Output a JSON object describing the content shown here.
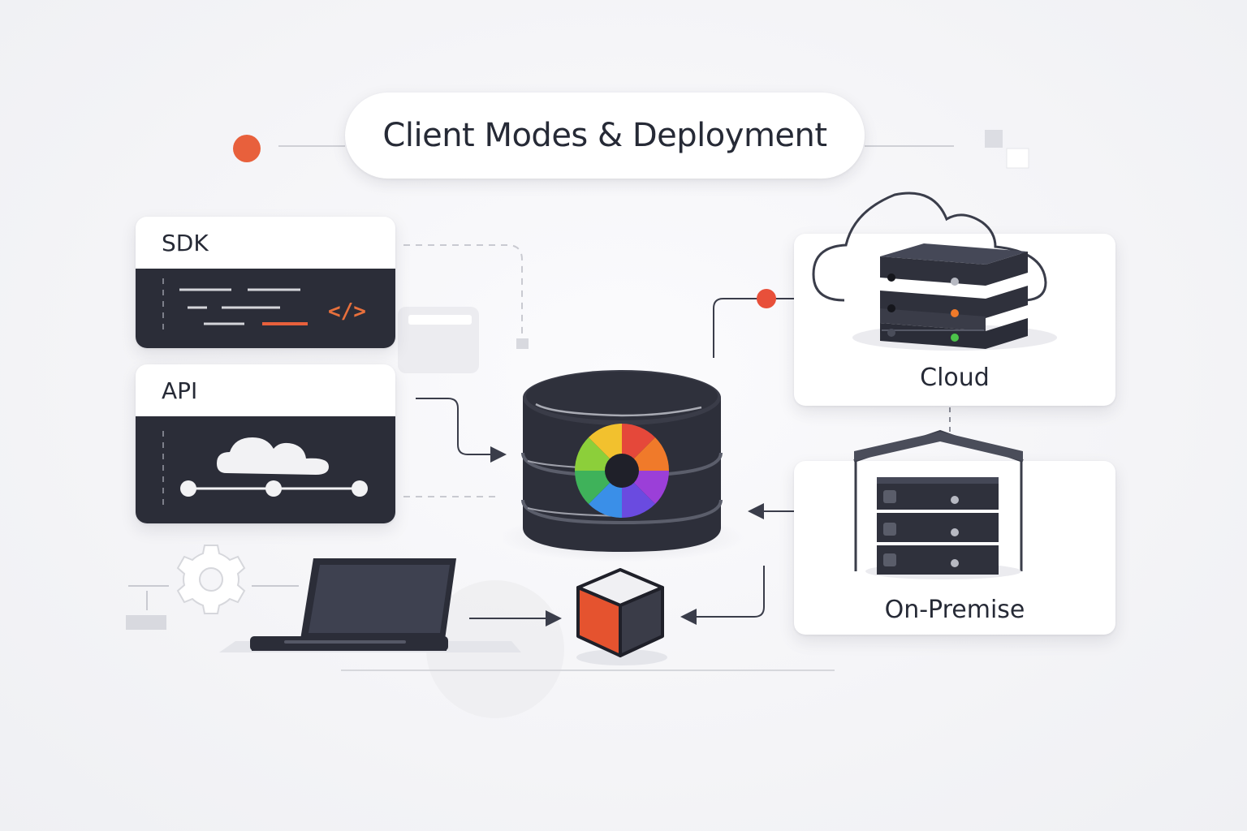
{
  "title": "Client Modes & Deployment",
  "client_modes": [
    {
      "label": "SDK",
      "icon": "code-icon",
      "code_symbol": "</>"
    },
    {
      "label": "API",
      "icon": "cloud-network-icon"
    }
  ],
  "deployment_targets": [
    {
      "label": "Cloud",
      "icon": "cloud-server-icon"
    },
    {
      "label": "On-Premise",
      "icon": "warehouse-server-icon"
    }
  ],
  "central": {
    "icon": "database-color-wheel-icon"
  },
  "extras": {
    "laptop_icon": "laptop-icon",
    "cube_icon": "package-cube-icon",
    "gear_icon": "gear-icon"
  },
  "colors": {
    "accent": "#e8603c",
    "dark": "#2b2d38",
    "text": "#262a36",
    "status_orange": "#f07a2a",
    "status_green": "#4cc24a"
  }
}
